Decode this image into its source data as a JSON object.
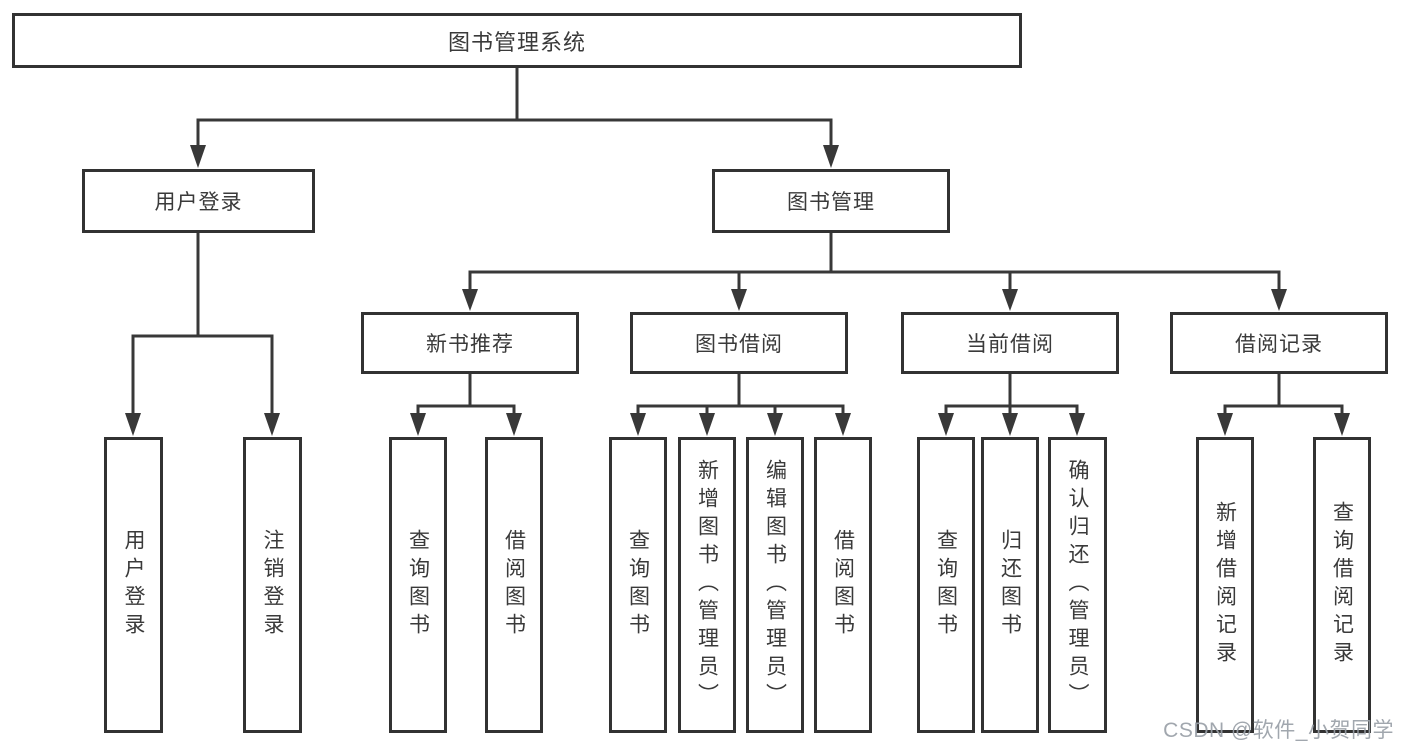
{
  "tree": {
    "root": {
      "label": "图书管理系统",
      "children": [
        {
          "label": "用户登录",
          "children": [
            {
              "label": "用户登录"
            },
            {
              "label": "注销登录"
            }
          ]
        },
        {
          "label": "图书管理",
          "children": [
            {
              "label": "新书推荐",
              "children": [
                {
                  "label": "查询图书"
                },
                {
                  "label": "借阅图书"
                }
              ]
            },
            {
              "label": "图书借阅",
              "children": [
                {
                  "label": "查询图书"
                },
                {
                  "label": "新增图书（管理员）"
                },
                {
                  "label": "编辑图书（管理员）"
                },
                {
                  "label": "借阅图书"
                }
              ]
            },
            {
              "label": "当前借阅",
              "children": [
                {
                  "label": "查询图书"
                },
                {
                  "label": "归还图书"
                },
                {
                  "label": "确认归还（管理员）"
                }
              ]
            },
            {
              "label": "借阅记录",
              "children": [
                {
                  "label": "新增借阅记录"
                },
                {
                  "label": "查询借阅记录"
                }
              ]
            }
          ]
        }
      ]
    }
  },
  "watermark": {
    "text": "CSDN @软件_小贺同学"
  },
  "colors": {
    "background": "#ffffff",
    "line": "#383838",
    "box_border": "#323232",
    "text": "#3a3a3a",
    "watermark_text": "#9aa0a8"
  }
}
